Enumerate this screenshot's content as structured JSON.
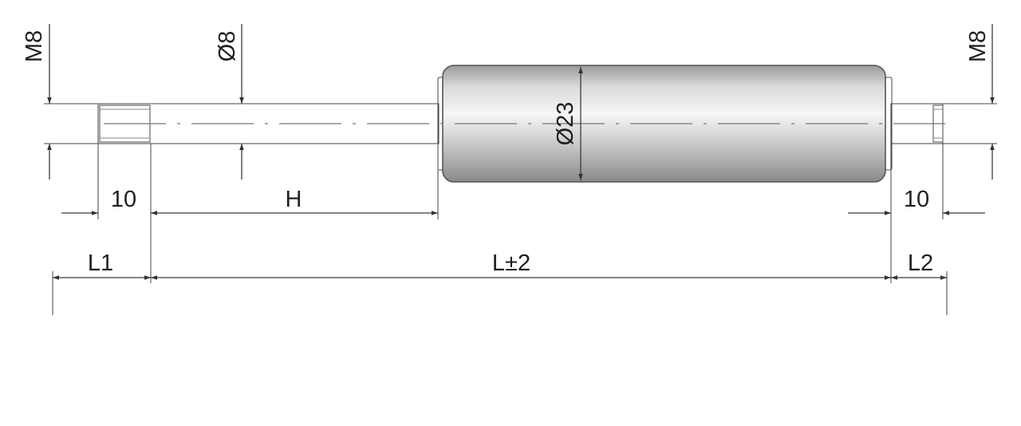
{
  "labels": {
    "thread_left": "M8",
    "rod_diameter": "Ø8",
    "body_diameter": "Ø23",
    "thread_right": "M8",
    "thread_len_left": "10",
    "stroke": "H",
    "thread_len_right": "10",
    "end_left": "L1",
    "length": "L±2",
    "end_right": "L2"
  }
}
